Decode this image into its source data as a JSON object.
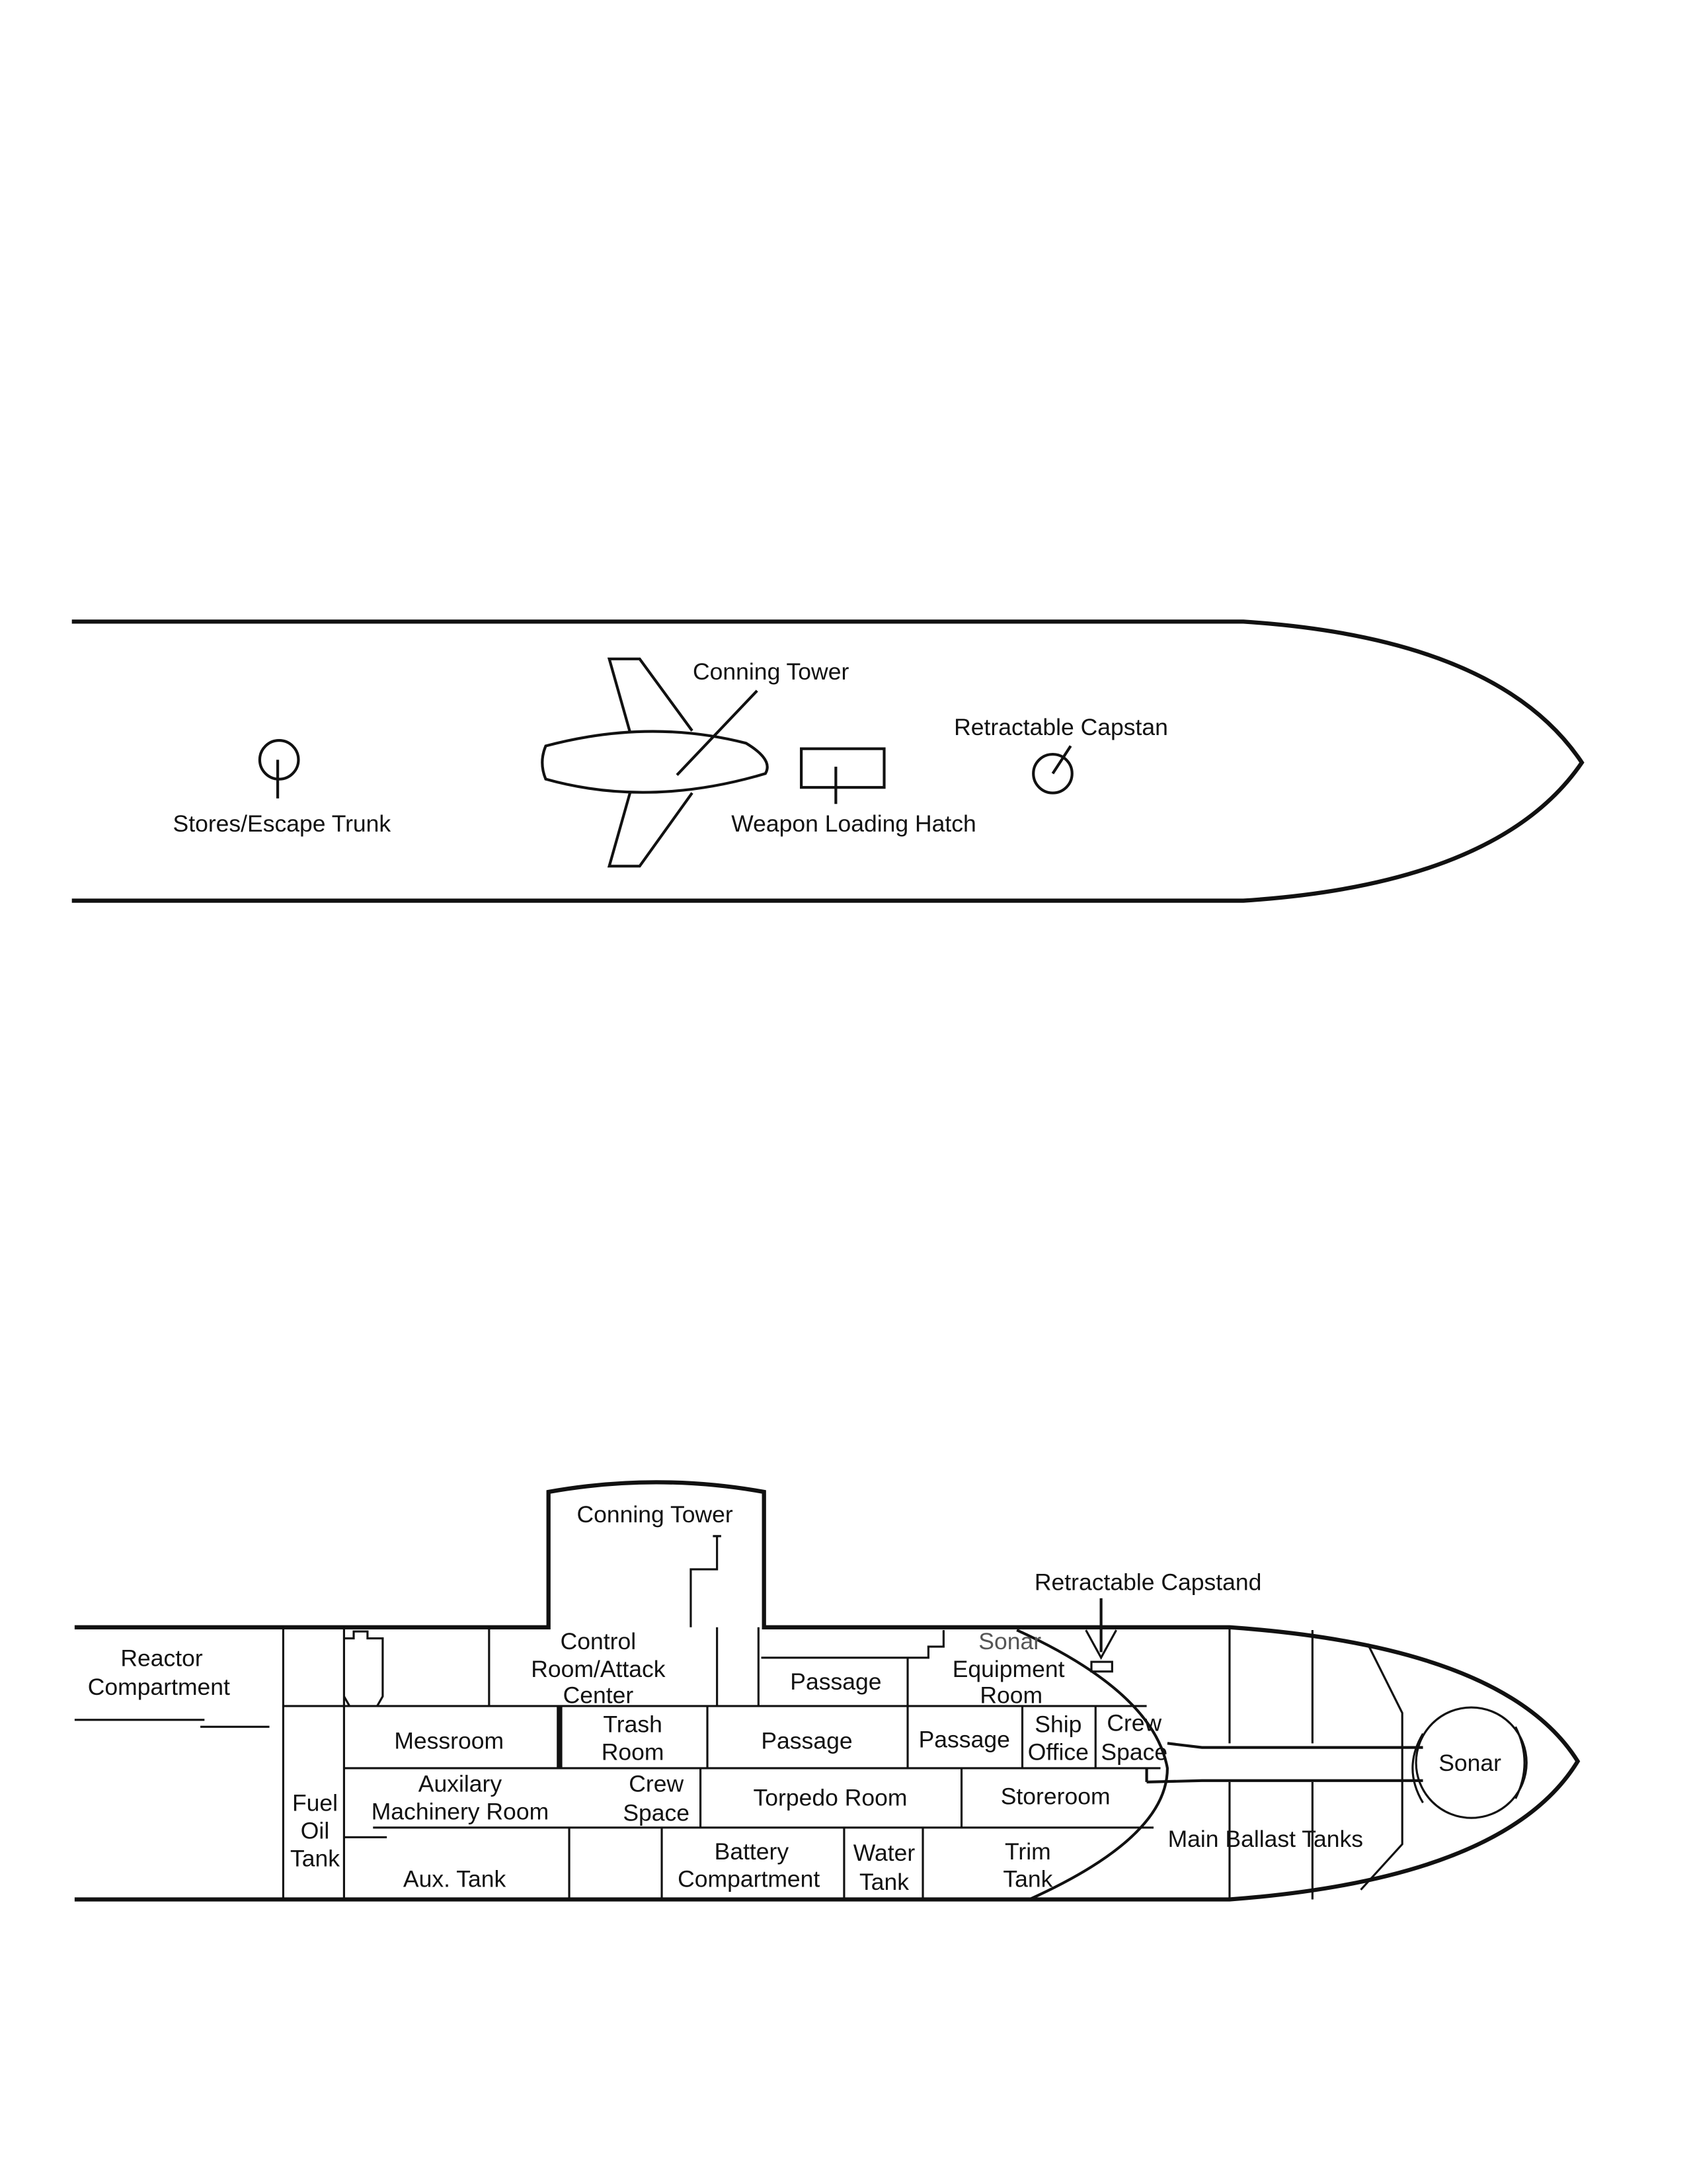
{
  "top_view": {
    "conning_tower": "Conning  Tower",
    "retractable_capstan": "Retractable  Capstan",
    "stores_escape_trunk": "Stores/Escape Trunk",
    "weapon_loading_hatch": "Weapon  Loading  Hatch"
  },
  "side_view": {
    "conning_tower": "Conning  Tower",
    "retractable_capstand": "Retractable Capstand",
    "reactor": [
      "Reactor",
      "Compartment"
    ],
    "control_room": [
      "Control",
      "Room/Attack",
      "Center"
    ],
    "passage_upper": "Passage",
    "sonar_equipment": [
      "Sonar",
      "Equipment",
      "Room"
    ],
    "messroom": "Messroom",
    "trash_room": [
      "Trash",
      "Room"
    ],
    "passage_mid": "Passage",
    "passage_small": "Passage",
    "ship_office": [
      "Ship",
      "Office"
    ],
    "crew_space_fwd": [
      "Crew",
      "Space"
    ],
    "fuel_oil_tank": [
      "Fuel",
      "Oil",
      "Tank"
    ],
    "aux_machinery": [
      "Auxilary",
      "Machinery  Room"
    ],
    "crew_space_aft": [
      "Crew",
      "Space"
    ],
    "torpedo_room": "Torpedo  Room",
    "storeroom": "Storeroom",
    "aux_tank": "Aux.  Tank",
    "battery": [
      "Battery",
      "Compartment"
    ],
    "water_tank": [
      "Water",
      "Tank"
    ],
    "trim_tank": [
      "Trim",
      "Tank"
    ],
    "main_ballast": "Main  Ballast  Tanks",
    "sonar": "Sonar"
  }
}
